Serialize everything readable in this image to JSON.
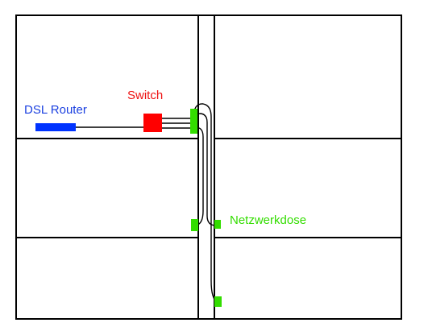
{
  "labels": {
    "router": "DSL Router",
    "switch": "Switch",
    "outlet": "Netzwerkdose"
  },
  "colors": {
    "router": "#0033ff",
    "switch": "#ff0000",
    "outlet": "#33dd00",
    "walls": "#000000",
    "background": "#ffffff"
  }
}
